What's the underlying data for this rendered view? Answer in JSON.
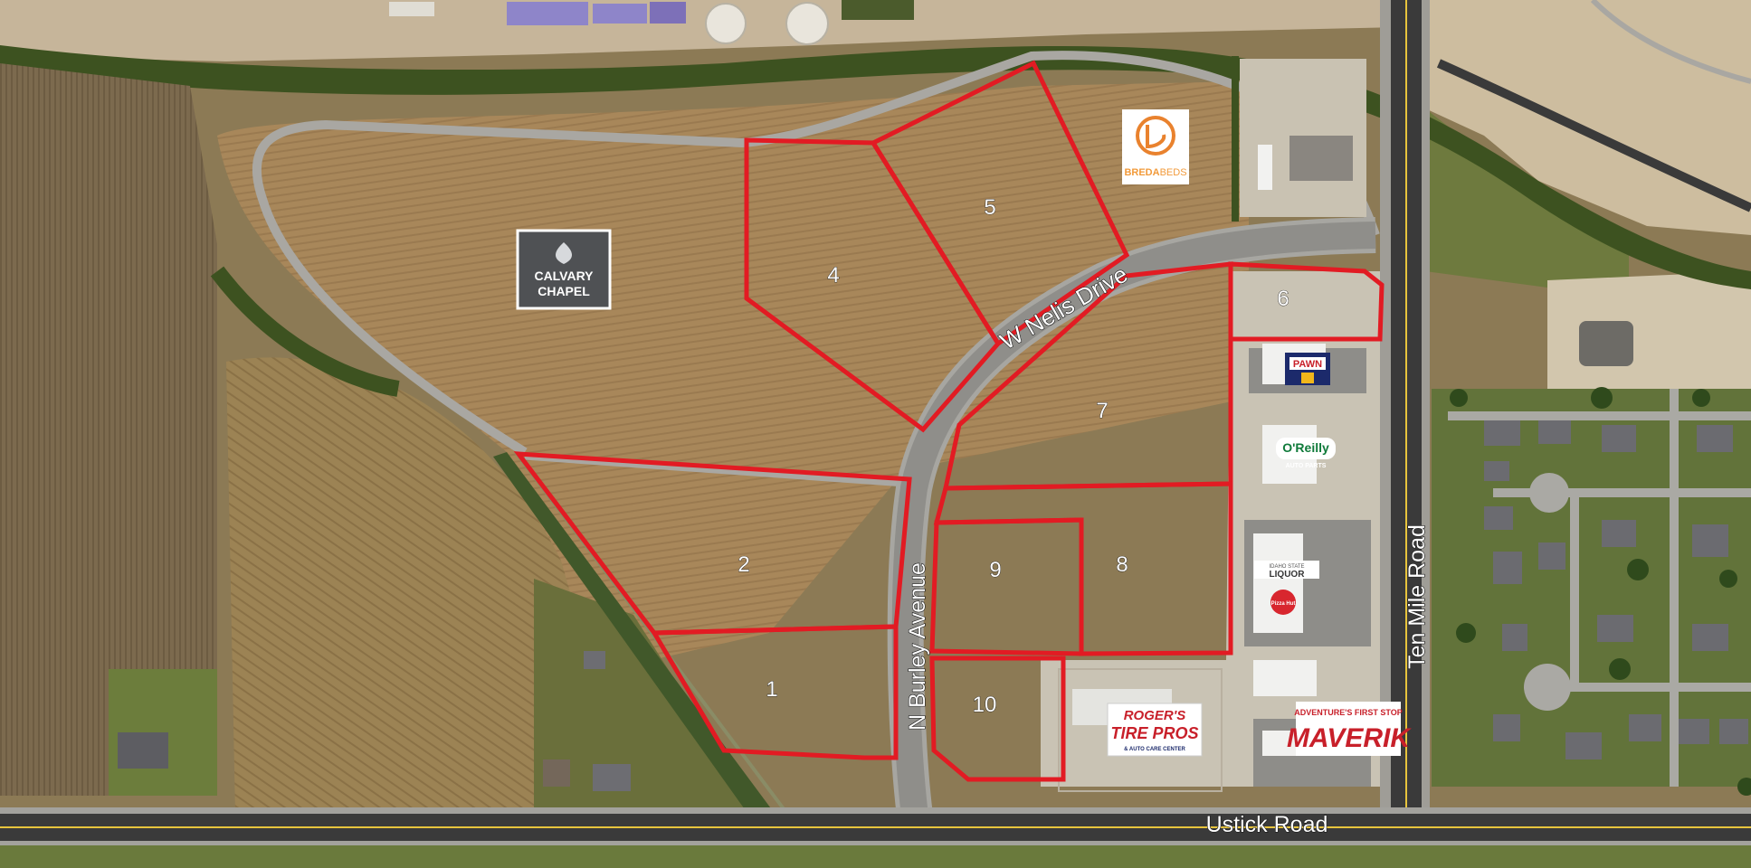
{
  "colors": {
    "lot_outline": "#e21b23",
    "field": "#a8875a",
    "field_dark": "#8d7046",
    "crop": "#7c6a4e",
    "grass": "#5b6b34",
    "trees": "#3d5220",
    "road": "#3a3a3a",
    "path": "#a9a7a2",
    "dirt": "#c7b79a",
    "yellow_line": "#e7c43d"
  },
  "lots": [
    {
      "id": "lot-1",
      "label": "1"
    },
    {
      "id": "lot-2",
      "label": "2"
    },
    {
      "id": "lot-4",
      "label": "4"
    },
    {
      "id": "lot-5",
      "label": "5"
    },
    {
      "id": "lot-6",
      "label": "6"
    },
    {
      "id": "lot-7",
      "label": "7"
    },
    {
      "id": "lot-8",
      "label": "8"
    },
    {
      "id": "lot-9",
      "label": "9"
    },
    {
      "id": "lot-10",
      "label": "10"
    }
  ],
  "streets": {
    "nelis": "W Nelis Drive",
    "burley": "N Burley Avenue",
    "ten_mile": "Ten Mile Road",
    "ustick": "Ustick Road"
  },
  "logos": {
    "calvary": {
      "line1": "CALVARY",
      "line2": "CHAPEL"
    },
    "breda": {
      "text1": "BREDA",
      "text2": "BEDS"
    },
    "pawn": {
      "text": "PAWN"
    },
    "oreilly": {
      "text1": "O'Reilly",
      "text2": "AUTO PARTS"
    },
    "liquor": {
      "text1": "IDAHO STATE",
      "text2": "LIQUOR"
    },
    "pizza": {
      "text": "Pizza Hut"
    },
    "rogers": {
      "text1": "ROGER'S",
      "text2": "TIRE PROS",
      "text3": "& AUTO CARE CENTER"
    },
    "maverik": {
      "text1": "ADVENTURE'S FIRST STOP",
      "text2": "MAVERIK"
    }
  }
}
